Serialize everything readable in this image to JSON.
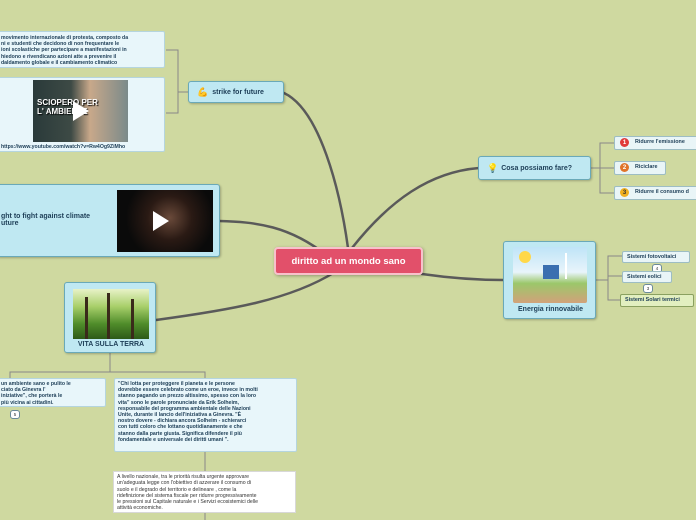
{
  "central": {
    "title": "diritto ad un mondo sano"
  },
  "strike": {
    "label": "strike for future",
    "description": "movimento internazionale di protesta, composto da ... i e studenti che decidono di non frequentare le ... ioni scolastiche per partecipare a manifestazioni in ... chiedono e rivendicano azioni atte a prevenire il ... dalamento globale e il cambiamento climatico",
    "desc_lines": [
      "movimento internazionale di protesta, composto da",
      "ni e studenti che decidono di non frequentare le",
      "ioni scolastiche per partecipare a manifestazioni in",
      "hiedono e rivendicano azioni atte a prevenire il",
      "daldamento globale e il cambiamento climatico"
    ],
    "video_caption_1": "SCIOPERO PER",
    "video_caption_2": "L' AMBIENTE",
    "video_url": "https://www.youtube.com/watch?v=Rw4Og9ZiMho"
  },
  "fight": {
    "label_line1": "ght to fight against climate",
    "label_line2": "uture"
  },
  "solutions": {
    "label": "Cosa possiamo fare?",
    "items": [
      {
        "num": "1",
        "label": "Ridurre l'emissione",
        "color": "#e03a3a"
      },
      {
        "num": "2",
        "label": "Riciclare",
        "color": "#e0742a"
      },
      {
        "num": "3",
        "label": "Ridurre il consumo d",
        "color": "#f0b020"
      }
    ]
  },
  "energy": {
    "label": "Energia rinnovabile",
    "items": [
      {
        "label": "Sistemi fotovoltaici",
        "badge": "4"
      },
      {
        "label": "Sistemi eolici",
        "badge": "3"
      },
      {
        "label": "Sistemi Solari termici",
        "badge": ""
      }
    ]
  },
  "life": {
    "label": "VITA SULLA TERRA",
    "left_note": [
      "un ambiente sano e pulito le",
      "ciato da Ginevra l'",
      "iniziative\", che porterà le",
      "più vicina ai cittadini."
    ],
    "left_badge": "5",
    "quote": [
      "\"Chi lotta per proteggere il pianeta e le persone",
      "dovrebbe essere celebrato come un eroe, invece in molti",
      "stanno pagando un prezzo altissimo, spesso con la loro",
      "vita\" sono le parole pronunciate da Erik Solheim,",
      "responsabile del programma ambientale delle Nazioni",
      "Unite, durante il lancio dell'iniziativa a Ginevra. \"È",
      "nostro dovere  - dichiara ancora Solheim - schierarci",
      "con tutti coloro che lottano quotidianamente e che",
      "stanno dalla parte giusta. Significa difendere il più",
      "fondamentale e universale dei diritti umani \"."
    ],
    "national": [
      "A livello nazionale, tra le priorità risulta urgente approvare",
      "un'adeguata legge con l'obiettivo di azzerare il consumo di",
      "suolo e il degrado del territorio e delineare , come la",
      "ridefinizione del sistema fiscale per ridurre progressivamente",
      "le pressioni sul Capitale naturale e i Servizi ecosistemici delle",
      "attività economiche."
    ]
  },
  "icons": {
    "strike": "flexed-arm-icon",
    "solutions": "lightbulb-icon"
  },
  "colors": {
    "background": "#cfd9a0",
    "central": "#e2506a",
    "node": "#bfe8f2",
    "link": "#555555"
  }
}
